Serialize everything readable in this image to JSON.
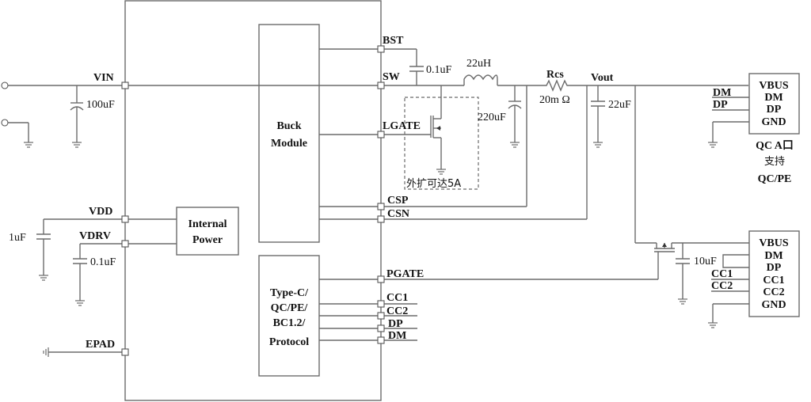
{
  "ic": {
    "pins_left": {
      "vin": "VIN",
      "vdd": "VDD",
      "vdrv": "VDRV",
      "epad": "EPAD"
    },
    "pins_right": {
      "bst": "BST",
      "sw": "SW",
      "lgate": "LGATE",
      "csp": "CSP",
      "csn": "CSN",
      "pgate": "PGATE",
      "cc1": "CC1",
      "cc2": "CC2",
      "dp": "DP",
      "dm": "DM"
    },
    "blocks": {
      "buck_line1": "Buck",
      "buck_line2": "Module",
      "power_line1": "Internal",
      "power_line2": "Power",
      "proto_line1": "Type-C/",
      "proto_line2": "QC/PE/",
      "proto_line3": "BC1.2/",
      "proto_line4": "Protocol"
    }
  },
  "components": {
    "c_vin": "100uF",
    "c_vdd": "1uF",
    "c_vdrv": "0.1uF",
    "c_bst": "0.1uF",
    "inductor": "22uH",
    "c_out1": "220uF",
    "rcs_name": "Rcs",
    "rcs_value": "20m Ω",
    "vout": "Vout",
    "c_out2": "22uF",
    "c_typec": "10uF",
    "external_mosfet_note": "外扩可达5A"
  },
  "usb_a": {
    "pins": [
      "VBUS",
      "DM",
      "DP",
      "GND"
    ],
    "wire_labels": {
      "dm": "DM",
      "dp": "DP"
    },
    "caption_line1": "QC A口",
    "caption_line2": "支持",
    "caption_line3": "QC/PE"
  },
  "usb_c": {
    "pins": [
      "VBUS",
      "DM",
      "DP",
      "CC1",
      "CC2",
      "GND"
    ],
    "wire_labels": {
      "cc1": "CC1",
      "cc2": "CC2"
    }
  }
}
